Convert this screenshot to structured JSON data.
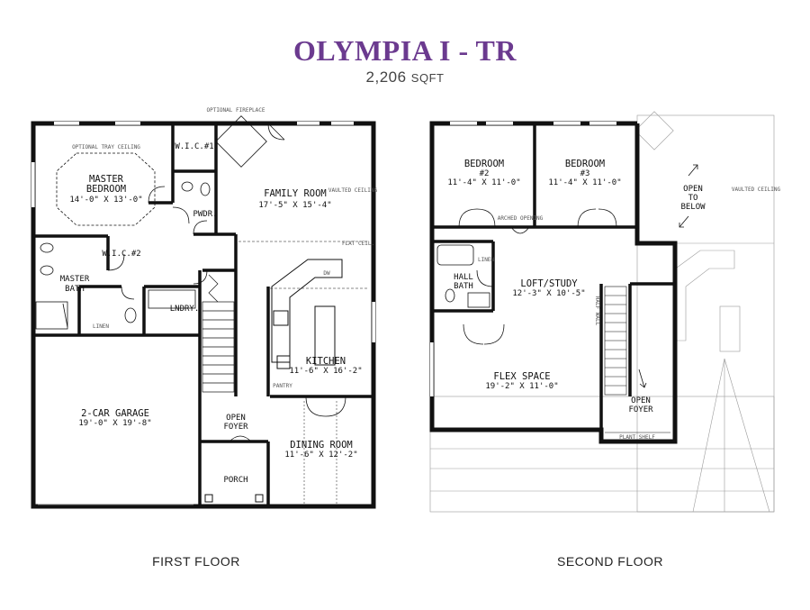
{
  "header": {
    "title": "OLYMPIA I - TR",
    "sqft_value": "2,206",
    "sqft_unit": "SQFT"
  },
  "floors": [
    {
      "label": "FIRST FLOOR",
      "rooms": [
        {
          "name": "MASTER",
          "name2": "BEDROOM",
          "dims": "14'-0\" X 13'-0\""
        },
        {
          "name": "W.I.C.#1"
        },
        {
          "name": "PWDR."
        },
        {
          "name": "W.I.C.#2"
        },
        {
          "name": "MASTER",
          "name2": "BATH"
        },
        {
          "name": "LNDRY."
        },
        {
          "name": "FAMILY ROOM",
          "dims": "17'-5\" X 15'-4\""
        },
        {
          "name": "KITCHEN",
          "dims": "11'-6\" X 16'-2\""
        },
        {
          "name": "2-CAR GARAGE",
          "dims": "19'-0\" X 19'-8\""
        },
        {
          "name": "OPEN",
          "name2": "FOYER"
        },
        {
          "name": "DINING ROOM",
          "dims": "11'-6\" X 12'-2\""
        },
        {
          "name": "PORCH"
        }
      ],
      "notes": [
        "OPTIONAL TRAY CEILING",
        "VAULTED CEILING",
        "FLAT CEIL.",
        "OPTIONAL FIREPLACE",
        "LINEN",
        "PANTRY",
        "DW"
      ]
    },
    {
      "label": "SECOND FLOOR",
      "rooms": [
        {
          "name": "BEDROOM",
          "name2": "#2",
          "dims": "11'-4\" X 11'-0\""
        },
        {
          "name": "BEDROOM",
          "name2": "#3",
          "dims": "11'-4\" X 11'-0\""
        },
        {
          "name": "OPEN",
          "name2": "TO",
          "name3": "BELOW"
        },
        {
          "name": "HALL",
          "name2": "BATH"
        },
        {
          "name": "LOFT/STUDY",
          "dims": "12'-3\" X 10'-5\""
        },
        {
          "name": "FLEX SPACE",
          "dims": "19'-2\" X 11'-0\""
        },
        {
          "name": "OPEN",
          "name2": "FOYER"
        }
      ],
      "notes": [
        "VAULTED CEILING",
        "LINEN",
        "PLANT SHELF",
        "ARCHED OPENING",
        "HALF WALL"
      ]
    }
  ],
  "colors": {
    "title": "#6b3a8f",
    "wall": "#111111",
    "ghost": "#9a9a9a"
  }
}
